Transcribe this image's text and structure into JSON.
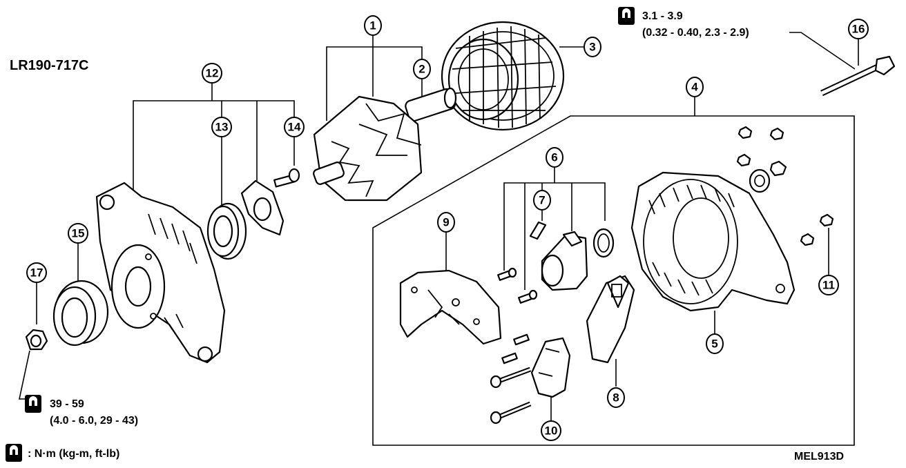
{
  "diagram": {
    "code": "LR190-717C",
    "figure_id": "MEL913D",
    "legend_text": ": N·m (kg-m, ft-lb)",
    "torque_bolt": {
      "line1": "3.1 - 3.9",
      "line2": "(0.32 - 0.40, 2.3 - 2.9)"
    },
    "torque_nut": {
      "line1": "39 - 59",
      "line2": "(4.0 - 6.0, 29 - 43)"
    },
    "callouts": [
      "1",
      "2",
      "3",
      "4",
      "5",
      "6",
      "7",
      "8",
      "9",
      "10",
      "11",
      "12",
      "13",
      "14",
      "15",
      "16",
      "17"
    ]
  }
}
